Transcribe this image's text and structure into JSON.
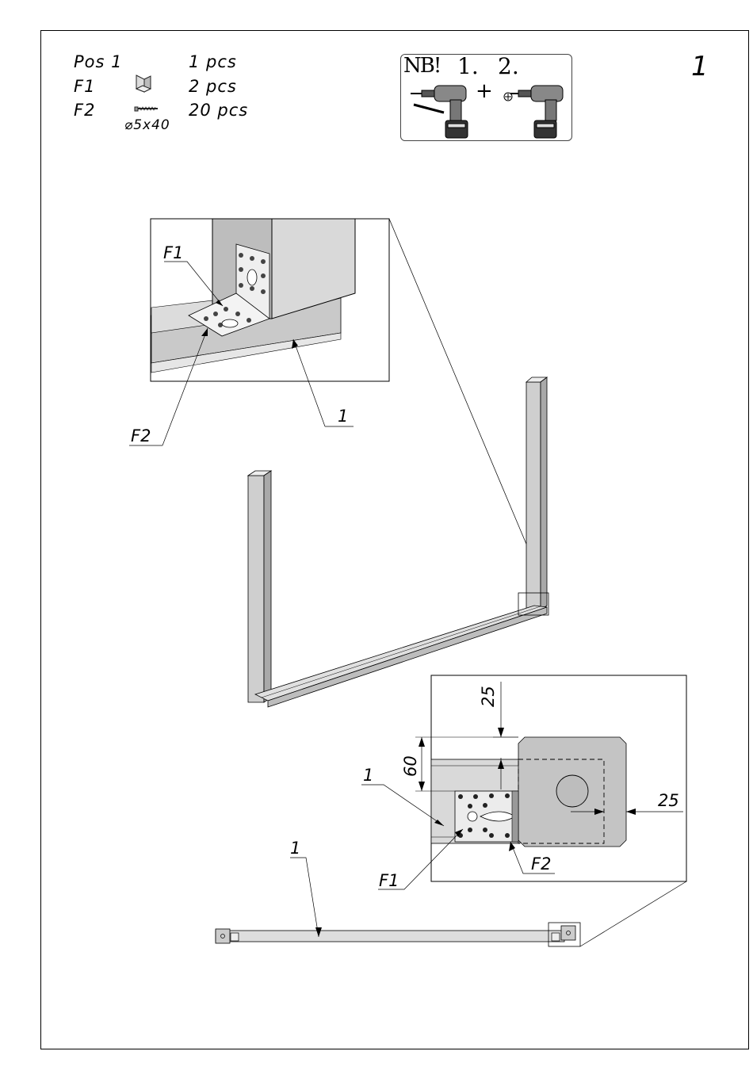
{
  "page_number": "1",
  "parts": [
    {
      "code": "Pos 1",
      "spec": "",
      "qty": "1 pcs",
      "icon": "none"
    },
    {
      "code": "F1",
      "spec": "",
      "qty": "2 pcs",
      "icon": "angle-bracket-icon"
    },
    {
      "code": "F2",
      "spec": "⌀5x40",
      "qty": "20 pcs",
      "icon": "screw-icon"
    }
  ],
  "tool_note": {
    "label": "NB!",
    "step1": "1.",
    "step2": "2.",
    "plus": "+"
  },
  "labels": {
    "detail1_f1": "F1",
    "detail1_f2": "F2",
    "detail1_pos": "1",
    "detail2_pos": "1",
    "detail2_f1": "F1",
    "detail2_f2": "F2",
    "bottom_pos": "1"
  },
  "dimensions": {
    "offset_top": "25",
    "height": "60",
    "offset_right": "25"
  }
}
